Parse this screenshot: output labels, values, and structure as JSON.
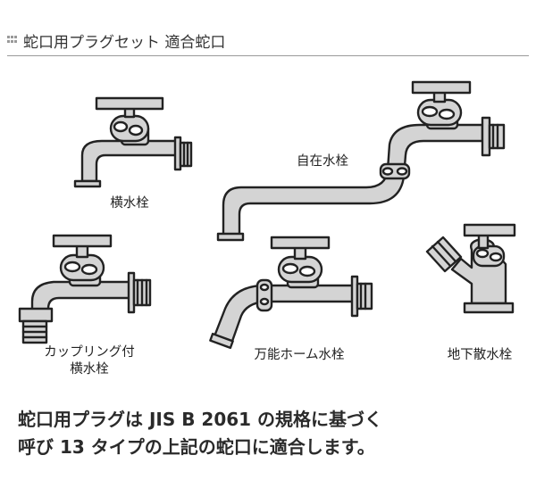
{
  "header": {
    "title": "蛇口用プラグセット 適合蛇口"
  },
  "faucets": [
    {
      "lines": [
        "横水栓"
      ]
    },
    {
      "lines": [
        "自在水栓"
      ]
    },
    {
      "lines": [
        "カップリング付",
        "横水栓"
      ]
    },
    {
      "lines": [
        "万能ホーム水栓"
      ]
    },
    {
      "lines": [
        "地下散水栓"
      ]
    }
  ],
  "note": {
    "line1": "蛇口用プラグは JIS B 2061 の規格に基づく",
    "line2": "呼び 13 タイプの上記の蛇口に適合します。"
  },
  "colors": {
    "faucet_fill": "#d4d4d4",
    "outline": "#222222",
    "rule": "#9a9a9a"
  }
}
